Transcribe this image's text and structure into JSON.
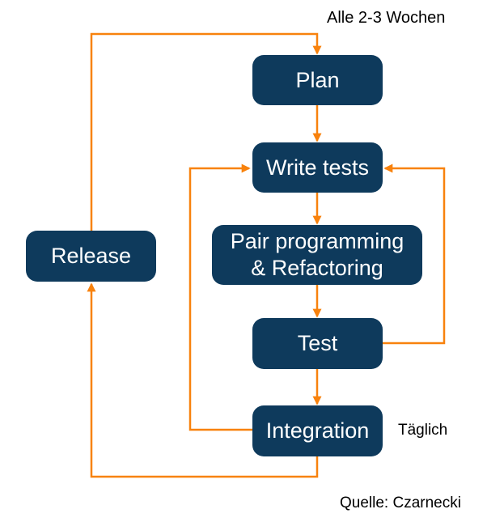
{
  "diagram": {
    "nodes": {
      "plan": {
        "label": "Plan"
      },
      "write_tests": {
        "label": "Write tests"
      },
      "pair_programming": {
        "label": "Pair programming\n& Refactoring"
      },
      "test": {
        "label": "Test"
      },
      "integration": {
        "label": "Integration"
      },
      "release": {
        "label": "Release"
      }
    },
    "annotations": {
      "cycle_label": "Alle 2-3 Wochen",
      "daily_label": "Täglich",
      "source_label": "Quelle: Czarnecki"
    },
    "edges": [
      {
        "from": "plan",
        "to": "write_tests"
      },
      {
        "from": "write_tests",
        "to": "pair_programming"
      },
      {
        "from": "pair_programming",
        "to": "test"
      },
      {
        "from": "test",
        "to": "integration"
      },
      {
        "from": "test",
        "to": "write_tests",
        "note": "loop right side"
      },
      {
        "from": "integration",
        "to": "write_tests",
        "note": "loop left side"
      },
      {
        "from": "integration",
        "to": "release",
        "note": "bottom loop, Täglich"
      },
      {
        "from": "release",
        "to": "plan",
        "note": "top loop, Alle 2-3 Wochen"
      }
    ],
    "colors": {
      "node_fill": "#0e3a5c",
      "node_text": "#ffffff",
      "arrow": "#f8820d",
      "annotation_text": "#000000",
      "background": "#ffffff"
    }
  }
}
